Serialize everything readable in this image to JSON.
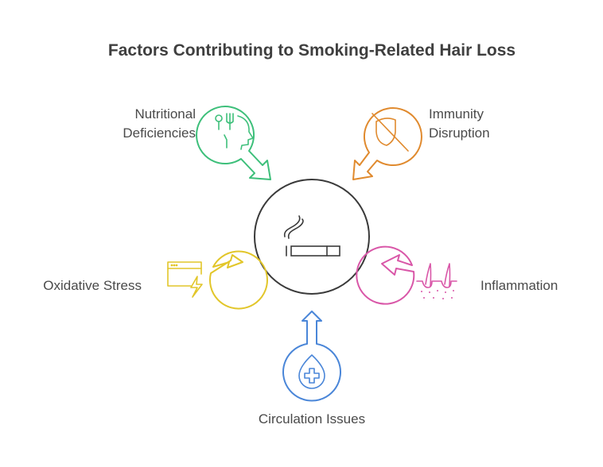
{
  "title": "Factors Contributing to Smoking-Related Hair Loss",
  "center": {
    "icon": "cigarette-icon",
    "color": "#3a3a3a"
  },
  "factors": [
    {
      "label_lines": [
        "Nutritional",
        "Deficiencies"
      ],
      "icon": "nutrition-head-icon",
      "color": "#3dbf7a"
    },
    {
      "label_lines": [
        "Immunity",
        "Disruption"
      ],
      "icon": "shield-off-icon",
      "color": "#e08a2e"
    },
    {
      "label_lines": [
        "Oxidative Stress"
      ],
      "icon": "browser-lightning-icon",
      "color": "#e2c62a"
    },
    {
      "label_lines": [
        "Inflammation"
      ],
      "icon": "hair-follicle-icon",
      "color": "#d957a8"
    },
    {
      "label_lines": [
        "Circulation Issues"
      ],
      "icon": "blood-drop-cross-icon",
      "color": "#4a86d8"
    }
  ]
}
